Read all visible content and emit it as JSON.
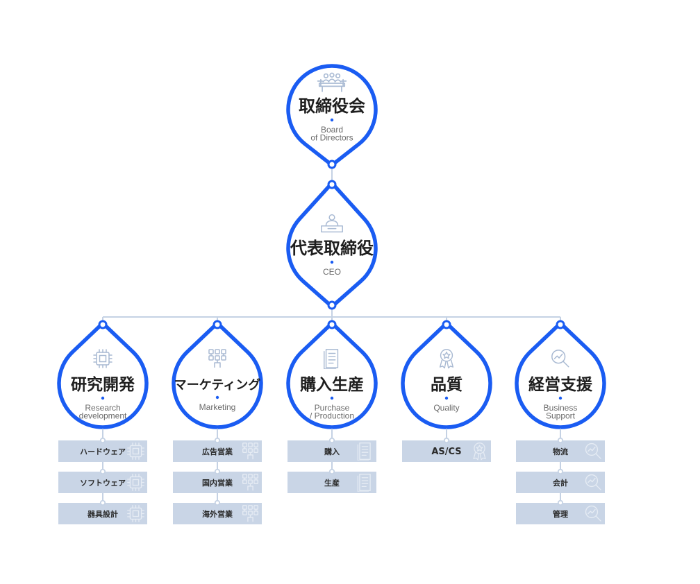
{
  "colors": {
    "accent": "#1a5cf2",
    "connector": "#c5d2e4",
    "box_fill": "#c9d5e6",
    "icon_stroke": "#aabbd4",
    "ghost_icon": "#e6ecf4"
  },
  "board": {
    "title": "取締役会",
    "subtitle_lines": [
      "Board",
      "of Directors"
    ],
    "icon": "meeting-table-icon"
  },
  "ceo": {
    "title": "代表取締役",
    "subtitle_lines": [
      "CEO"
    ],
    "icon": "desk-person-icon"
  },
  "departments": [
    {
      "title": "研究開発",
      "subtitle_lines": [
        "Research",
        "development"
      ],
      "icon": "chip-icon",
      "sub_units": [
        "ハードウェア",
        "ソフトウェア",
        "器具設計"
      ]
    },
    {
      "title": "マーケティング",
      "subtitle_lines": [
        "Marketing"
      ],
      "icon": "network-blocks-icon",
      "sub_units": [
        "広告営業",
        "国内営業",
        "海外営業"
      ]
    },
    {
      "title": "購入生産",
      "subtitle_lines": [
        "Purchase",
        "/ Production"
      ],
      "icon": "document-list-icon",
      "sub_units": [
        "購入",
        "生産"
      ]
    },
    {
      "title": "品質",
      "subtitle_lines": [
        "Quality"
      ],
      "icon": "award-ribbon-icon",
      "sub_units": [
        "AS/CS"
      ]
    },
    {
      "title": "経営支援",
      "subtitle_lines": [
        "Business",
        "Support"
      ],
      "icon": "magnifier-chart-icon",
      "sub_units": [
        "物流",
        "会計",
        "管理"
      ]
    }
  ]
}
